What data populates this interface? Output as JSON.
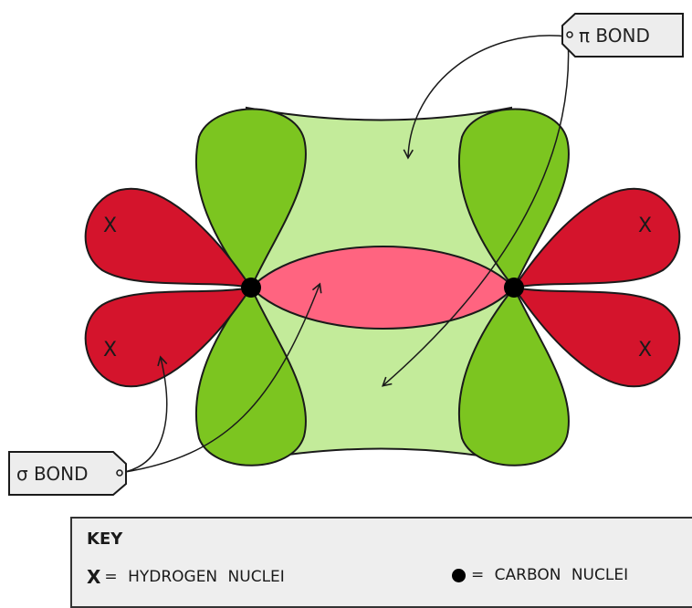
{
  "labels": {
    "pi_bond": "π BOND",
    "sigma_bond": "σ BOND",
    "hydrogen_mark": "X"
  },
  "key": {
    "title": "KEY",
    "hydrogen_symbol": "X",
    "hydrogen_text": "= HYDROGEN  NUCLEI",
    "carbon_text": "= CARBON  NUCLEI"
  },
  "colors": {
    "p_orbital_green": "#7cc520",
    "pi_cloud_light_green": "#c3eb9a",
    "hydrogen_lobe_red": "#d4142c",
    "sigma_bond_pink": "#ff6480",
    "carbon_nucleus": "#000000",
    "outline": "#1a1a1a",
    "tag_fill": "#ededed",
    "key_fill": "#eeeeee"
  }
}
